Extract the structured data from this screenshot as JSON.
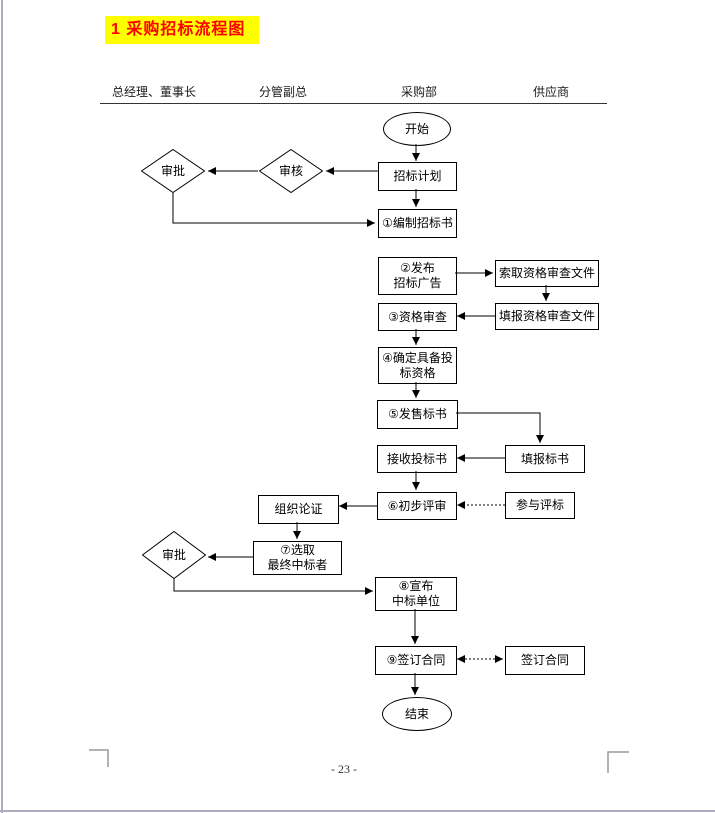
{
  "page": {
    "title": "1 采购招标流程图",
    "page_number": "- 23 -"
  },
  "lanes": {
    "manager": "总经理、董事长",
    "deputy": "分管副总",
    "purchasing": "采购部",
    "supplier": "供应商"
  },
  "nodes": {
    "start": "开始",
    "bid_plan": "招标计划",
    "review": "审核",
    "approve_top": "审批",
    "step1": "①编制招标书",
    "step2": "②发布\n招标广告",
    "obtain_docs": "索取资格审查文件",
    "fill_docs": "填报资格审查文件",
    "step3": "③资格审查",
    "step4": "④确定具备投\n标资格",
    "step5": "⑤发售标书",
    "fill_bid": "填报标书",
    "receive_bid": "接收投标书",
    "step6": "⑥初步评审",
    "join_eval": "参与评标",
    "organize": "组织论证",
    "step7": "⑦选取\n最终中标者",
    "approve_bottom": "审批",
    "step8": "⑧宣布\n中标单位",
    "step9": "⑨签订合同",
    "sign_contract": "签订合同",
    "end": "结束"
  },
  "colors": {
    "title_bg": "#ffff00",
    "title_fg": "#ff0000",
    "line": "#000000",
    "page_edge": "#acacbc"
  }
}
